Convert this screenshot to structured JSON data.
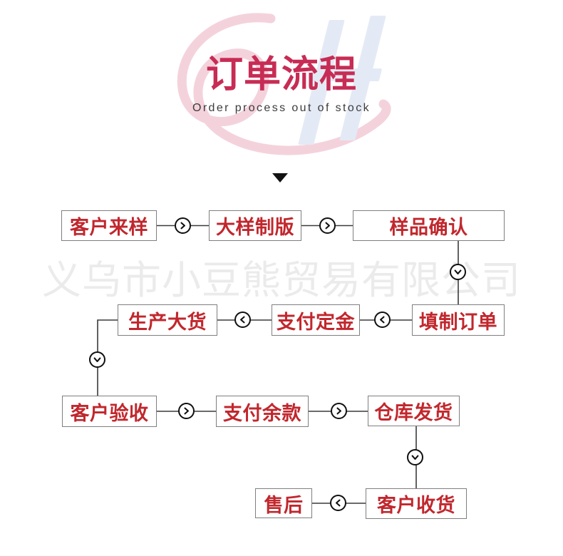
{
  "header": {
    "title": "订单流程",
    "subtitle": "Order process out of stock"
  },
  "watermark": {
    "company_name": "义乌市小豆熊贸易有限公司"
  },
  "colors": {
    "title_red": "#c72c54",
    "node_text_red": "#c1272d",
    "node_border_gray": "#7f7f7f",
    "connector_line": "#3a3a3a",
    "connector_circle": "#101010",
    "watermark_gray": "#ebebeb",
    "logo_pink": "#f0c3d0",
    "logo_blue": "#e4eaf5",
    "triangle_black": "#121212"
  },
  "flow": {
    "nodes": [
      {
        "id": "customer-sample",
        "label": "客户来样"
      },
      {
        "id": "plate-making",
        "label": "大样制版"
      },
      {
        "id": "sample-confirm",
        "label": "样品确认"
      },
      {
        "id": "fill-order",
        "label": "填制订单"
      },
      {
        "id": "pay-deposit",
        "label": "支付定金"
      },
      {
        "id": "bulk-production",
        "label": "生产大货"
      },
      {
        "id": "customer-acceptance",
        "label": "客户验收"
      },
      {
        "id": "pay-balance",
        "label": "支付余款"
      },
      {
        "id": "warehouse-shipping",
        "label": "仓库发货"
      },
      {
        "id": "customer-receiving",
        "label": "客户收货"
      },
      {
        "id": "after-sales",
        "label": "售后"
      }
    ]
  }
}
